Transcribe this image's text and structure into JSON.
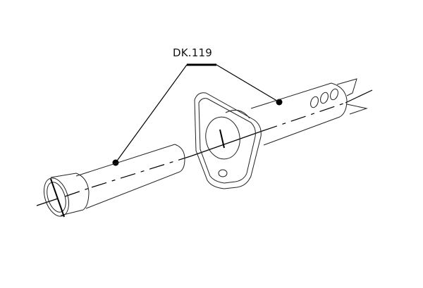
{
  "diagram": {
    "type": "exploded technical line drawing",
    "callout_label": "DK.119",
    "callout_targets": 2,
    "parts": [
      {
        "name": "tube-with-end-cap",
        "position": "lower-left"
      },
      {
        "name": "triangular-flange-housing",
        "position": "center"
      },
      {
        "name": "perforated-tube-with-slotted-end",
        "position": "upper-right"
      }
    ],
    "colors": {
      "line": "#111111",
      "background": "#ffffff"
    }
  }
}
